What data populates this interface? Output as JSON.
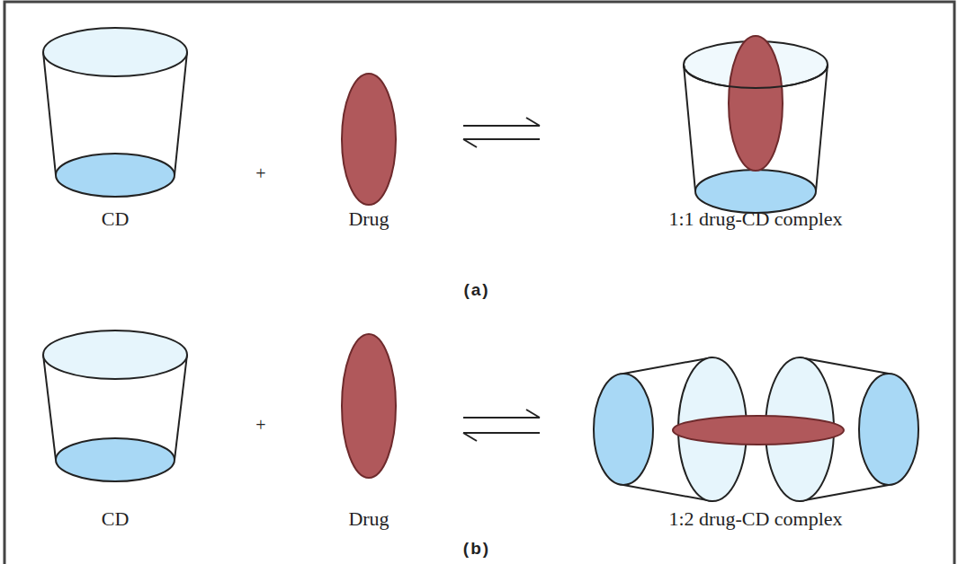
{
  "diagram": {
    "nodes": [
      {
        "text": [
          "CD"
        ]
      },
      {
        "text": [
          "Drug"
        ]
      },
      {
        "text": [
          "1:1 drug-CD complex"
        ]
      },
      {
        "text": [
          "CD"
        ]
      },
      {
        "text": [
          "Drug"
        ]
      },
      {
        "text": [
          "1:2 drug-CD complex"
        ]
      }
    ],
    "labels": [
      "+",
      "(a)",
      "+",
      "(b)"
    ]
  }
}
